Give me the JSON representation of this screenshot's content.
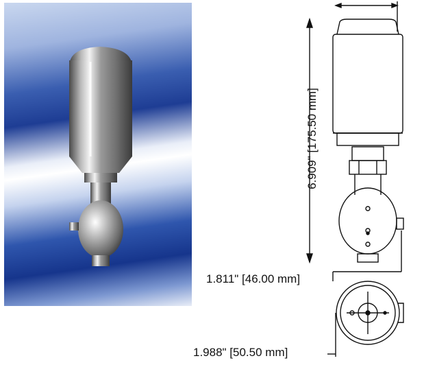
{
  "dimensions": {
    "height": "6.909\" [175.50 mm]",
    "width": "1.811\" [46.00 mm]",
    "diameter": "1.988\" [50.50 mm]"
  }
}
